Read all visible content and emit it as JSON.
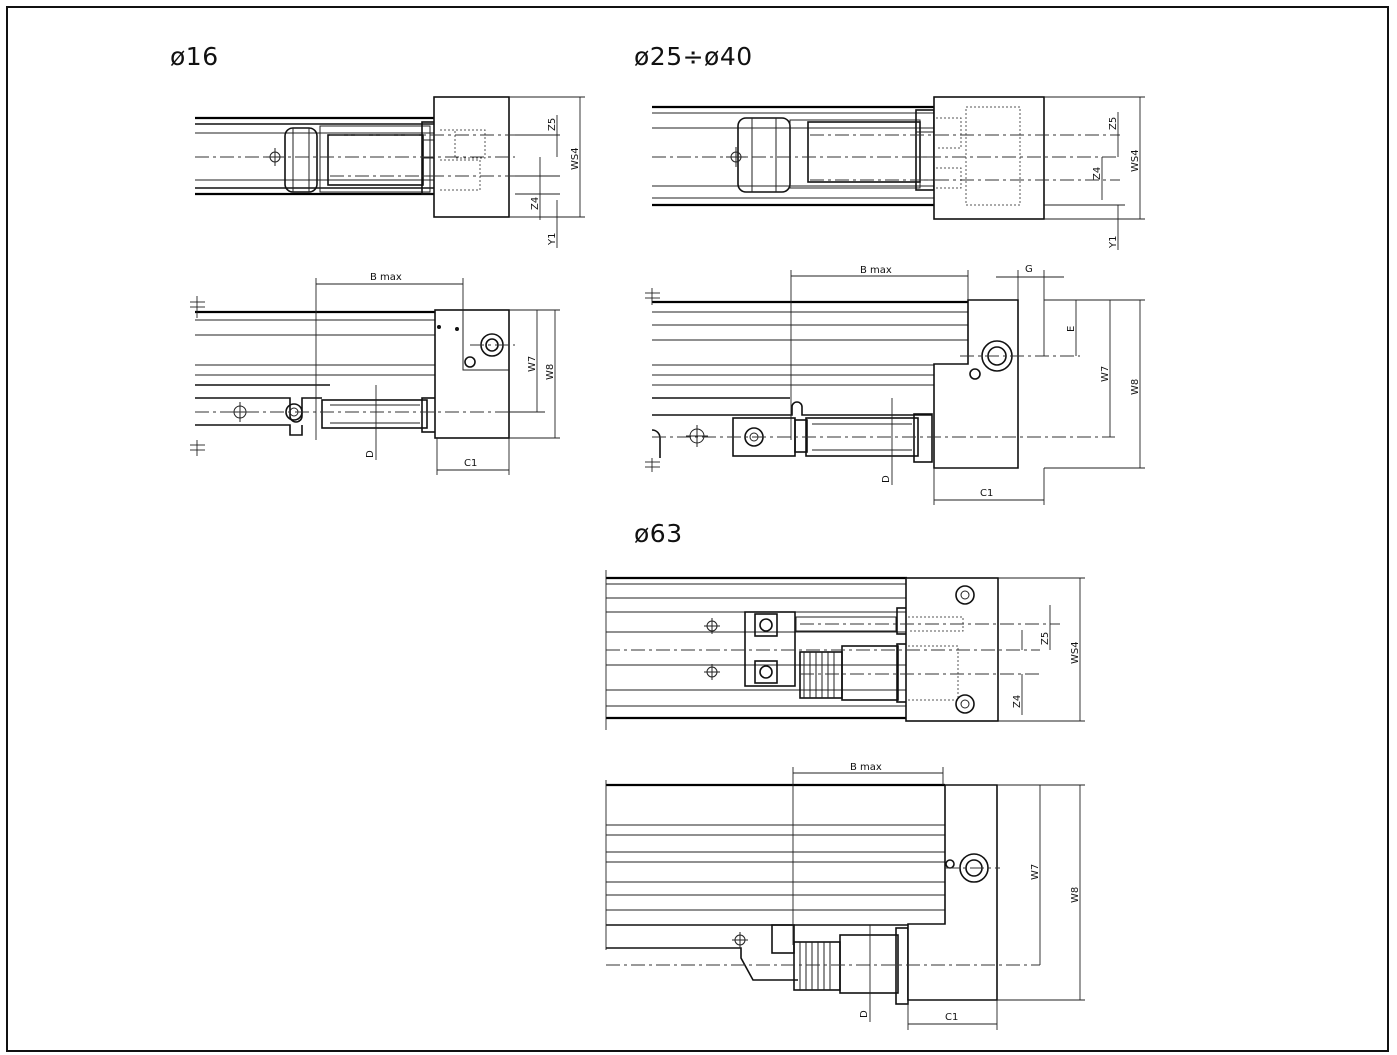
{
  "sections": {
    "d16": {
      "title": "ø16"
    },
    "d25_40": {
      "title": "ø25÷ø40"
    },
    "d63": {
      "title": "ø63"
    }
  },
  "labels": {
    "z5": "Z5",
    "z4": "Z4",
    "ws4": "WS4",
    "y1": "Y1",
    "b_max": "B max",
    "w7": "W7",
    "w8": "W8",
    "d": "D",
    "c1": "C1",
    "g": "G",
    "e": "E"
  }
}
